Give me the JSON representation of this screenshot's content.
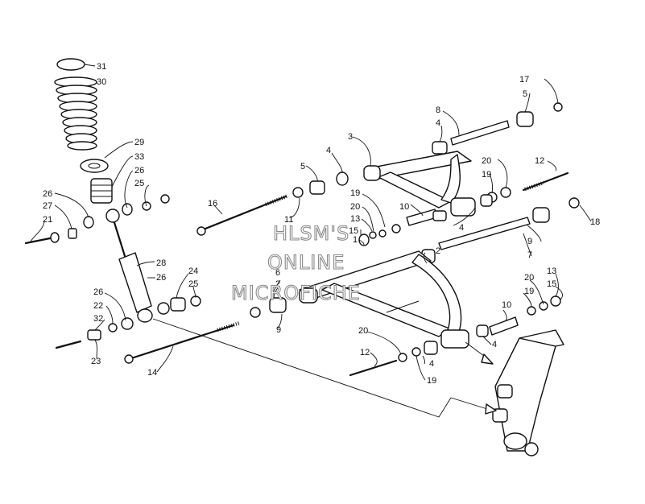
{
  "watermark": [
    "HLSM'S",
    "ONLINE",
    "MICROFICHE"
  ],
  "callouts": {
    "c31": "31",
    "c30": "30",
    "c29": "29",
    "c33": "33",
    "c26a": "26",
    "c25a": "25",
    "c26b": "26",
    "c27": "27",
    "c21": "21",
    "c28": "28",
    "c26c": "26",
    "c24": "24",
    "c25b": "25",
    "c26d": "26",
    "c22": "22",
    "c32": "32",
    "c23": "23",
    "c14": "14",
    "c16": "16",
    "c11": "11",
    "c5a": "5",
    "c4a": "4",
    "c3": "3",
    "c8": "8",
    "c4b": "4",
    "c17": "17",
    "c5b": "5",
    "c20a": "20",
    "c19a": "19",
    "c12a": "12",
    "c19b": "19",
    "c20b": "20",
    "c13a": "13",
    "c15a": "15",
    "c1": "1",
    "c10a": "10",
    "c4c": "4",
    "c18": "18",
    "c9a": "9",
    "c7": "7",
    "c2a": "2",
    "c6": "6",
    "c2b": "2",
    "c9b": "9",
    "c20c": "20",
    "c13b": "13",
    "c19c": "19",
    "c15b": "15",
    "c10b": "10",
    "c4d": "4",
    "c20d": "20",
    "c12b": "12",
    "c4e": "4",
    "c19d": "19"
  }
}
